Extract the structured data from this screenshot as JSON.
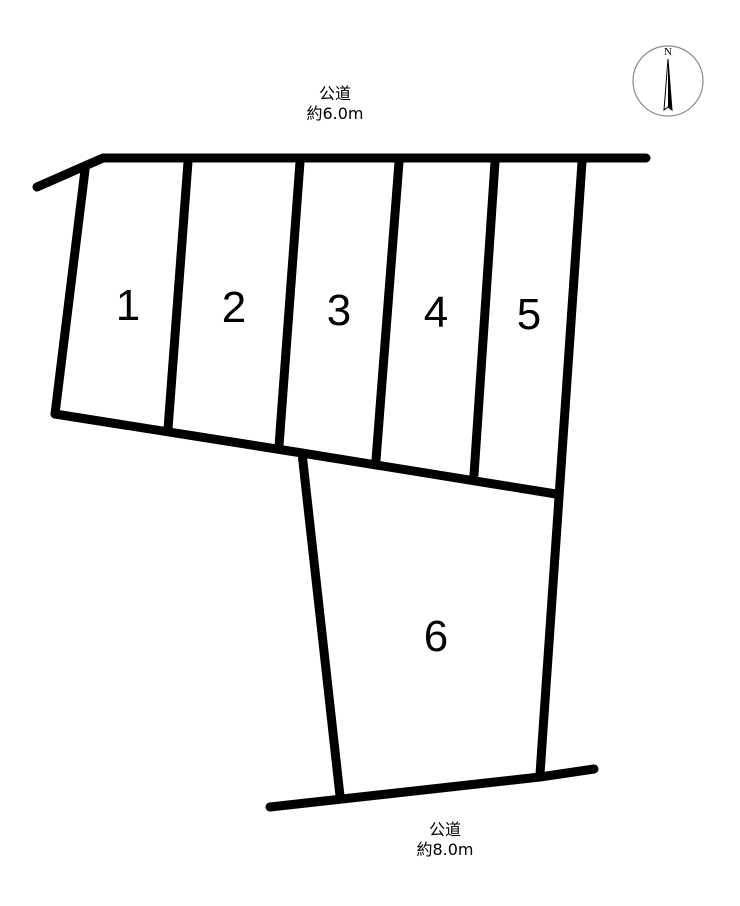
{
  "north_label": "N",
  "roads": {
    "top": {
      "name": "公道",
      "width": "約6.0m"
    },
    "bottom": {
      "name": "公道",
      "width": "約8.0m"
    }
  },
  "lots": [
    "1",
    "2",
    "3",
    "4",
    "5",
    "6"
  ],
  "colors": {
    "line": "#000000",
    "background": "#ffffff"
  }
}
